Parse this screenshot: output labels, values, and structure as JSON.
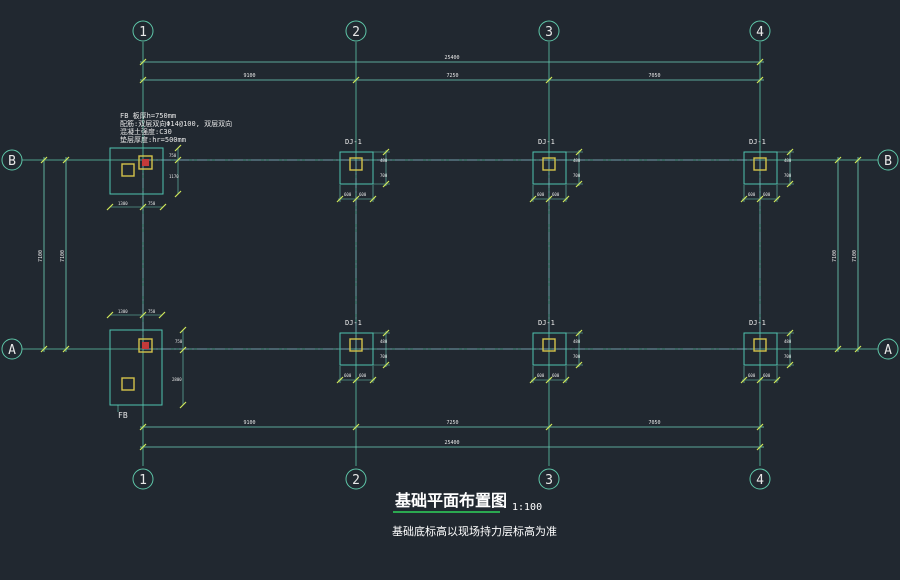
{
  "drawing": {
    "title": "基础平面布置图",
    "scale": "1:100",
    "note": "基础底标高以现场持力层标高为准"
  },
  "axes": {
    "columns": [
      "1",
      "2",
      "3",
      "4"
    ],
    "rows": [
      "B",
      "A"
    ]
  },
  "dimensions": {
    "total": "25400",
    "spans": [
      "9100",
      "7250",
      "7050"
    ],
    "vertical": "7100"
  },
  "footings": {
    "tag": "DJ-1",
    "fb_tag": "FB",
    "fb_note": [
      "FB 板厚h=750mm",
      "配筋:双层双向Φ14@100, 双层双向",
      "混凝土强度:C30",
      "垫层厚度:hr=500mm"
    ],
    "dims": {
      "a": "600",
      "b": "700",
      "c": "480",
      "d": "750",
      "e": "1300",
      "f": "2800",
      "g": "1170"
    }
  },
  "colors": {
    "background": "#212830",
    "axis_line": "#5ec6a8",
    "beam_line": "#b42bb4",
    "footing": "#4fc3b0",
    "column_outer": "#d4c34a",
    "column_inner": "#c33a3a",
    "dimension": "#6fd1ba",
    "tick": "#d0e85a",
    "text": "#e8e8e8"
  }
}
